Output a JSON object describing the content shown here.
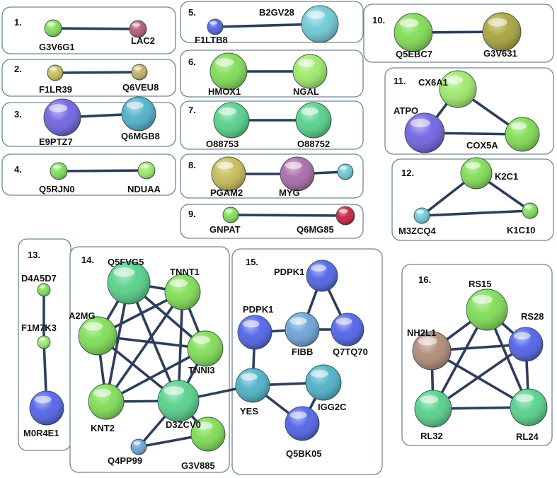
{
  "colors": {
    "green": "#7fdc55",
    "green_light": "#9de86a",
    "seafoam": "#56d08a",
    "aqua": "#6ec9d6",
    "teal": "#4fb0c8",
    "blue": "#5063e6",
    "blue_violet": "#6f63e0",
    "steel": "#6aa3d8",
    "olive": "#a8a33e",
    "khaki": "#c6bb58",
    "tan": "#c4b063",
    "magenta": "#b1597a",
    "crimson": "#c42340",
    "mauve": "#a86aa8",
    "brown": "#b08a78",
    "edge": "#2c3e5a"
  },
  "clusters": [
    {
      "id": "1.",
      "nodes": [
        {
          "label": "G3V6G1",
          "color": "green"
        },
        {
          "label": "LAC2",
          "color": "magenta"
        }
      ],
      "edges": [
        [
          0,
          1
        ]
      ]
    },
    {
      "id": "2.",
      "nodes": [
        {
          "label": "F1LR39",
          "color": "khaki"
        },
        {
          "label": "Q6VEU8",
          "color": "tan"
        }
      ],
      "edges": [
        [
          0,
          1
        ]
      ]
    },
    {
      "id": "3.",
      "nodes": [
        {
          "label": "E9PTZ7",
          "color": "blue_violet"
        },
        {
          "label": "Q6MGB8",
          "color": "teal"
        }
      ],
      "edges": [
        [
          0,
          1
        ]
      ]
    },
    {
      "id": "4.",
      "nodes": [
        {
          "label": "Q5RJN0",
          "color": "green"
        },
        {
          "label": "NDUAA",
          "color": "green_light"
        }
      ],
      "edges": [
        [
          0,
          1
        ]
      ]
    },
    {
      "id": "5.",
      "nodes": [
        {
          "label": "F1LTB8",
          "color": "blue"
        },
        {
          "label": "B2GV28",
          "color": "aqua"
        }
      ],
      "edges": [
        [
          0,
          1
        ]
      ]
    },
    {
      "id": "6.",
      "nodes": [
        {
          "label": "HMOX1",
          "color": "green"
        },
        {
          "label": "NGAL",
          "color": "green_light"
        }
      ],
      "edges": [
        [
          0,
          1
        ]
      ]
    },
    {
      "id": "7.",
      "nodes": [
        {
          "label": "O88753",
          "color": "seafoam"
        },
        {
          "label": "O88752",
          "color": "seafoam"
        }
      ],
      "edges": [
        [
          0,
          1
        ]
      ]
    },
    {
      "id": "8.",
      "nodes": [
        {
          "label": "PGAM2",
          "color": "khaki"
        },
        {
          "label": "MYG",
          "color": "mauve"
        },
        {
          "label": "",
          "color": "aqua"
        }
      ],
      "edges": [
        [
          0,
          1
        ],
        [
          1,
          2
        ]
      ]
    },
    {
      "id": "9.",
      "nodes": [
        {
          "label": "GNPAT",
          "color": "green"
        },
        {
          "label": "Q6MG85",
          "color": "crimson"
        }
      ],
      "edges": [
        [
          0,
          1
        ]
      ]
    },
    {
      "id": "10.",
      "nodes": [
        {
          "label": "Q5EBC7",
          "color": "green"
        },
        {
          "label": "G3V631",
          "color": "olive"
        }
      ],
      "edges": [
        [
          0,
          1
        ]
      ]
    },
    {
      "id": "11.",
      "nodes": [
        {
          "label": "CX6A1",
          "color": "green_light"
        },
        {
          "label": "ATPO",
          "color": "blue_violet"
        },
        {
          "label": "COX5A",
          "color": "green"
        }
      ],
      "edges": [
        [
          0,
          1
        ],
        [
          0,
          2
        ],
        [
          1,
          2
        ]
      ]
    },
    {
      "id": "12.",
      "nodes": [
        {
          "label": "K2C1",
          "color": "green"
        },
        {
          "label": "M3ZCQ4",
          "color": "aqua"
        },
        {
          "label": "K1C10",
          "color": "green"
        }
      ],
      "edges": [
        [
          0,
          1
        ],
        [
          0,
          2
        ],
        [
          1,
          2
        ]
      ]
    },
    {
      "id": "13.",
      "nodes": [
        {
          "label": "D4A5D7",
          "color": "green"
        },
        {
          "label": "F1M7K3",
          "color": "green_light"
        },
        {
          "label": "M0R4E1",
          "color": "blue"
        }
      ],
      "edges": [
        [
          0,
          1
        ],
        [
          1,
          2
        ]
      ]
    },
    {
      "id": "14.",
      "nodes": [
        {
          "label": "Q5FVG5",
          "color": "seafoam"
        },
        {
          "label": "TNNT1",
          "color": "green"
        },
        {
          "label": "A2MG",
          "color": "green"
        },
        {
          "label": "TNNI3",
          "color": "green"
        },
        {
          "label": "KNT2",
          "color": "green"
        },
        {
          "label": "D3ZCV0",
          "color": "seafoam"
        },
        {
          "label": "Q4PP99",
          "color": "steel"
        },
        {
          "label": "G3V885",
          "color": "green"
        }
      ],
      "edges": [
        [
          0,
          1
        ],
        [
          0,
          2
        ],
        [
          0,
          3
        ],
        [
          0,
          4
        ],
        [
          0,
          5
        ],
        [
          1,
          2
        ],
        [
          1,
          3
        ],
        [
          1,
          4
        ],
        [
          1,
          5
        ],
        [
          2,
          3
        ],
        [
          2,
          4
        ],
        [
          2,
          5
        ],
        [
          3,
          4
        ],
        [
          3,
          5
        ],
        [
          4,
          5
        ],
        [
          5,
          7
        ],
        [
          6,
          7
        ],
        [
          5,
          6
        ]
      ]
    },
    {
      "id": "15.",
      "nodes": [
        {
          "label": "PDPK1",
          "color": "blue"
        },
        {
          "label": "PDPK1",
          "color": "blue"
        },
        {
          "label": "FIBB",
          "color": "steel"
        },
        {
          "label": "Q7TQ70",
          "color": "blue"
        },
        {
          "label": "YES",
          "color": "teal"
        },
        {
          "label": "IGG2C",
          "color": "teal"
        },
        {
          "label": "Q5BK05",
          "color": "blue"
        }
      ],
      "edges": [
        [
          0,
          2
        ],
        [
          0,
          3
        ],
        [
          1,
          2
        ],
        [
          2,
          3
        ],
        [
          1,
          4
        ],
        [
          4,
          5
        ],
        [
          4,
          6
        ],
        [
          5,
          6
        ]
      ]
    },
    {
      "id": "16.",
      "nodes": [
        {
          "label": "RS15",
          "color": "green"
        },
        {
          "label": "RS28",
          "color": "blue"
        },
        {
          "label": "NH2L1",
          "color": "brown"
        },
        {
          "label": "RL32",
          "color": "seafoam"
        },
        {
          "label": "RL24",
          "color": "seafoam"
        }
      ],
      "edges": [
        [
          0,
          1
        ],
        [
          0,
          2
        ],
        [
          0,
          3
        ],
        [
          0,
          4
        ],
        [
          1,
          2
        ],
        [
          1,
          3
        ],
        [
          1,
          4
        ],
        [
          2,
          3
        ],
        [
          2,
          4
        ],
        [
          3,
          4
        ]
      ]
    }
  ],
  "inter_edges": [
    {
      "from": [
        "14.",
        5
      ],
      "to": [
        "15.",
        4
      ]
    }
  ]
}
